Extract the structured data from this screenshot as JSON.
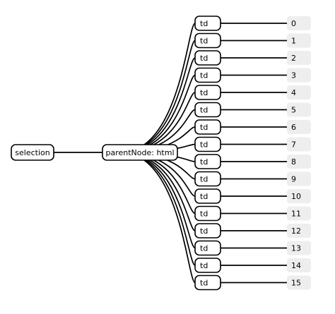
{
  "diagram": {
    "root": {
      "label": "selection"
    },
    "group": {
      "label": "parentNode: html"
    },
    "elements": [
      {
        "tag": "td",
        "index": "0"
      },
      {
        "tag": "td",
        "index": "1"
      },
      {
        "tag": "td",
        "index": "2"
      },
      {
        "tag": "td",
        "index": "3"
      },
      {
        "tag": "td",
        "index": "4"
      },
      {
        "tag": "td",
        "index": "5"
      },
      {
        "tag": "td",
        "index": "6"
      },
      {
        "tag": "td",
        "index": "7"
      },
      {
        "tag": "td",
        "index": "8"
      },
      {
        "tag": "td",
        "index": "9"
      },
      {
        "tag": "td",
        "index": "10"
      },
      {
        "tag": "td",
        "index": "11"
      },
      {
        "tag": "td",
        "index": "12"
      },
      {
        "tag": "td",
        "index": "13"
      },
      {
        "tag": "td",
        "index": "14"
      },
      {
        "tag": "td",
        "index": "15"
      }
    ]
  }
}
